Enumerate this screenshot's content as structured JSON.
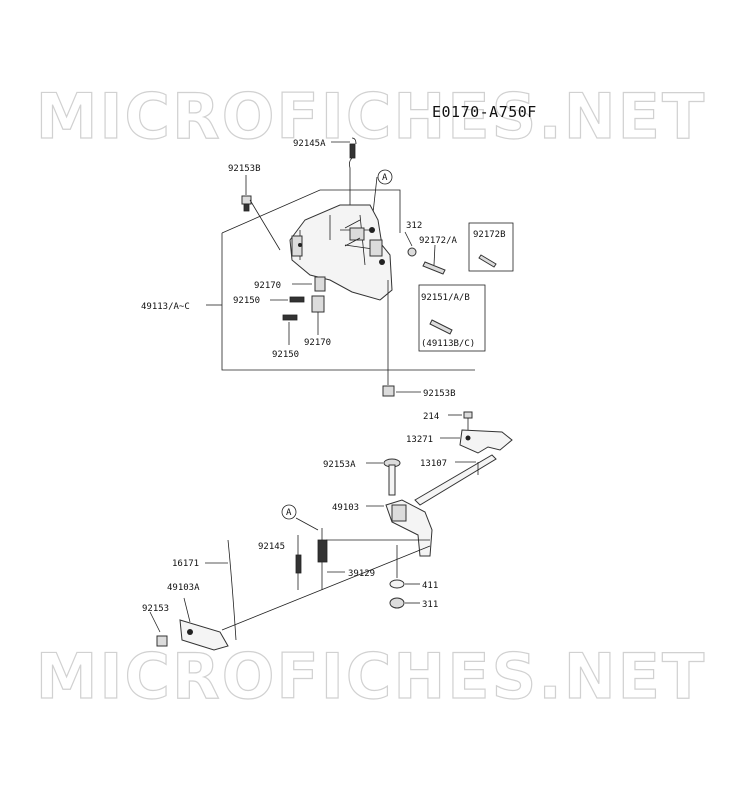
{
  "watermark": "MICROFICHES.NET",
  "diagram_code": "E0170-A750F",
  "callout": "A",
  "labels": {
    "p92145A": "92145A",
    "p92153B_top": "92153B",
    "p312": "312",
    "p92172A": "92172/A",
    "p92172B": "92172B",
    "p92170_a": "92170",
    "p92150_a": "92150",
    "p49113": "49113/A~C",
    "p92151": "92151/A/B",
    "p49113BC": "(49113B/C)",
    "p92150_b": "92150",
    "p92170_b": "92170",
    "p92153B_bot": "92153B",
    "p214": "214",
    "p13271": "13271",
    "p92153A": "92153A",
    "p13107": "13107",
    "p49103": "49103",
    "p16171": "16171",
    "p92145": "92145",
    "p39129": "39129",
    "p49103A": "49103A",
    "p411": "411",
    "p92153": "92153",
    "p311": "311"
  }
}
